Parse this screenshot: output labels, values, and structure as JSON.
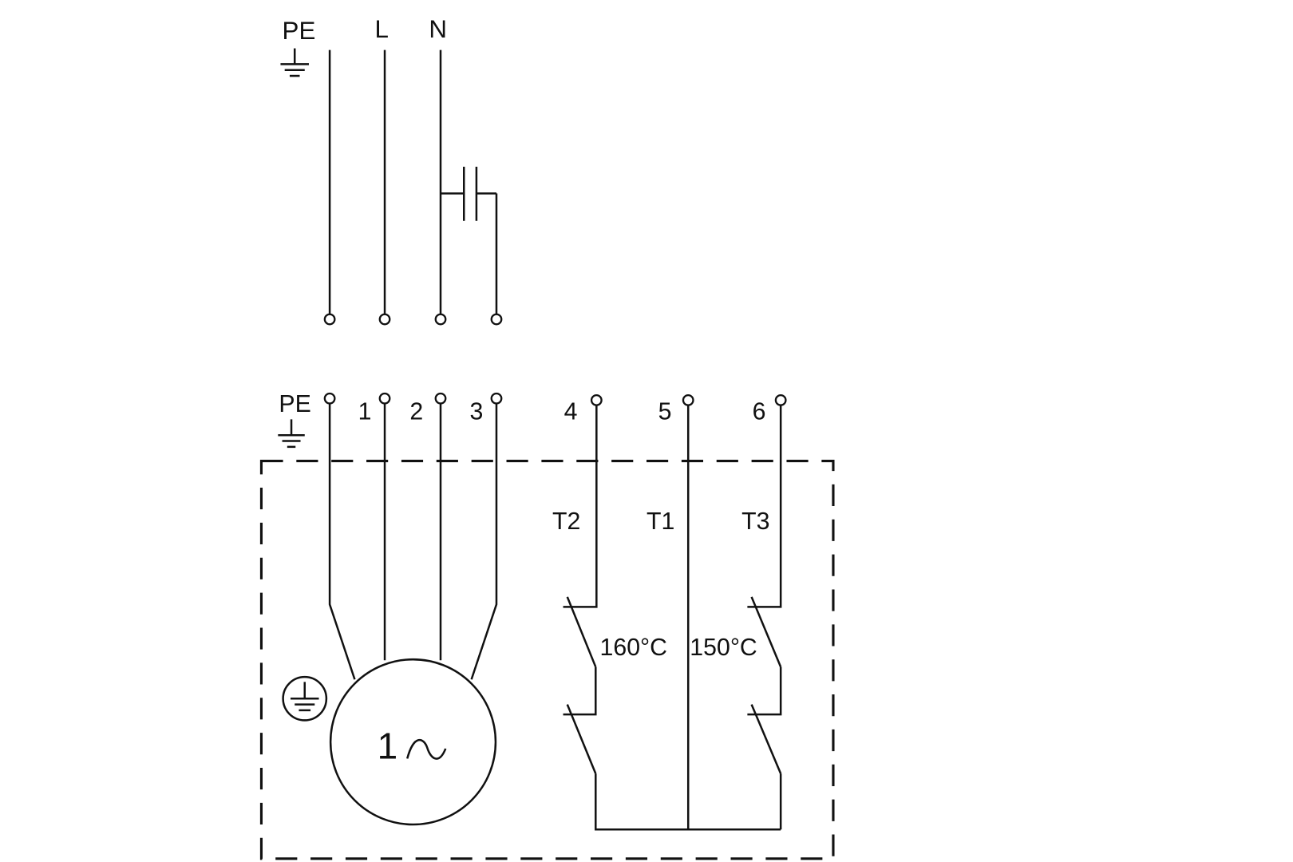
{
  "supply": {
    "pe_label": "PE",
    "l_label": "L",
    "n_label": "N"
  },
  "terminals": {
    "pe_label": "PE",
    "t1": "1",
    "t2": "2",
    "t3": "3",
    "t4": "4",
    "t5": "5",
    "t6": "6"
  },
  "thermostats": {
    "t2_label": "T2",
    "t1_label": "T1",
    "t3_label": "T3",
    "temp_left": "160°C",
    "temp_right": "150°C"
  },
  "motor": {
    "label": "1",
    "symbol": "~"
  },
  "colors": {
    "line": "#111111",
    "background": "#ffffff"
  }
}
